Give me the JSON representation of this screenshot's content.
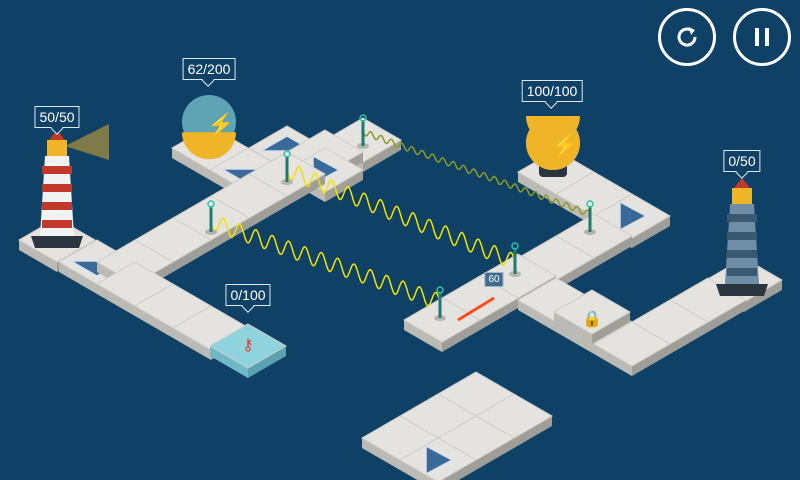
{
  "hud": {
    "restart_icon": "restart-icon",
    "pause_icon": "pause-icon"
  },
  "bulbs": [
    {
      "name": "bulb-left",
      "value": "62/200",
      "fill": 0.31
    },
    {
      "name": "bulb-right",
      "value": "100/100",
      "fill": 1.0
    }
  ],
  "lighthouses": [
    {
      "name": "lighthouse-red",
      "value": "50/50",
      "lit": true
    },
    {
      "name": "lighthouse-blue",
      "value": "0/50",
      "lit": false
    }
  ],
  "key_tile": {
    "value": "0/100",
    "icon": "key-icon"
  },
  "gate": {
    "value": "60"
  },
  "lock": {
    "icon": "lock-icon"
  },
  "colors": {
    "background": "#0f4166",
    "tile": "#e4e3df",
    "wave": "#f2e300",
    "accent_red": "#e0402a",
    "bulb": "#f0b429"
  }
}
